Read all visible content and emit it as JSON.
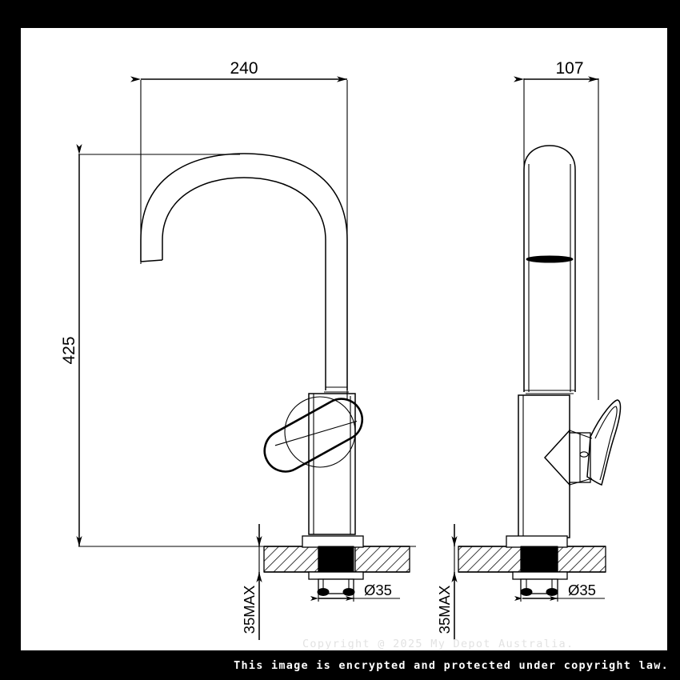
{
  "document": {
    "type": "technical-dimension-drawing",
    "subject": "Kitchen mixer tap / gooseneck faucet",
    "views": [
      "front-elevation",
      "side-elevation"
    ]
  },
  "dimensions": {
    "front": {
      "width_label": "240",
      "height_label": "425",
      "deck_thickness_label": "35MAX",
      "hole_diameter_label": "Ø35"
    },
    "side": {
      "depth_label": "107",
      "deck_thickness_label": "35MAX",
      "hole_diameter_label": "Ø35"
    }
  },
  "labels": {
    "width_240": "240",
    "height_425": "425",
    "depth_107": "107",
    "deck_front": "35MAX",
    "deck_side": "35MAX",
    "hole_front": "Ø35",
    "hole_side": "Ø35"
  },
  "watermark": {
    "copyright": "Copyright @ 2025 My Depot Australia."
  },
  "notice": {
    "text": "This image is encrypted and protected under copyright law."
  },
  "colors": {
    "border": "#000000",
    "paper": "#ffffff",
    "line": "#000000",
    "watermark_text": "#e2e2e2",
    "notice_text": "#ffffff"
  }
}
